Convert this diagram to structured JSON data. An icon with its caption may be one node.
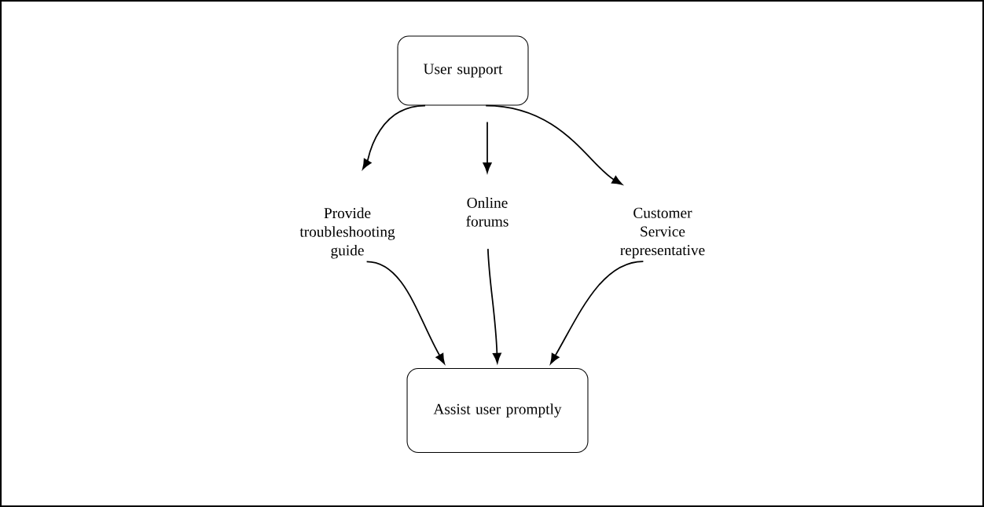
{
  "diagram": {
    "nodes": [
      {
        "text": [
          "User support"
        ]
      },
      {
        "text": [
          "Provide troubleshooting guide"
        ]
      },
      {
        "text": [
          "Online forums"
        ]
      },
      {
        "text": [
          "Customer Service representative"
        ]
      },
      {
        "text": [
          "Assist user promptly"
        ]
      }
    ],
    "edges": [
      {
        "from": 0,
        "to": 1,
        "arrow": "to"
      },
      {
        "from": 0,
        "to": 2,
        "arrow": "to"
      },
      {
        "from": 0,
        "to": 3,
        "arrow": "to"
      },
      {
        "from": 1,
        "to": 4,
        "arrow": "to"
      },
      {
        "from": 2,
        "to": 4,
        "arrow": "to"
      },
      {
        "from": 3,
        "to": 4,
        "arrow": "to"
      }
    ]
  }
}
